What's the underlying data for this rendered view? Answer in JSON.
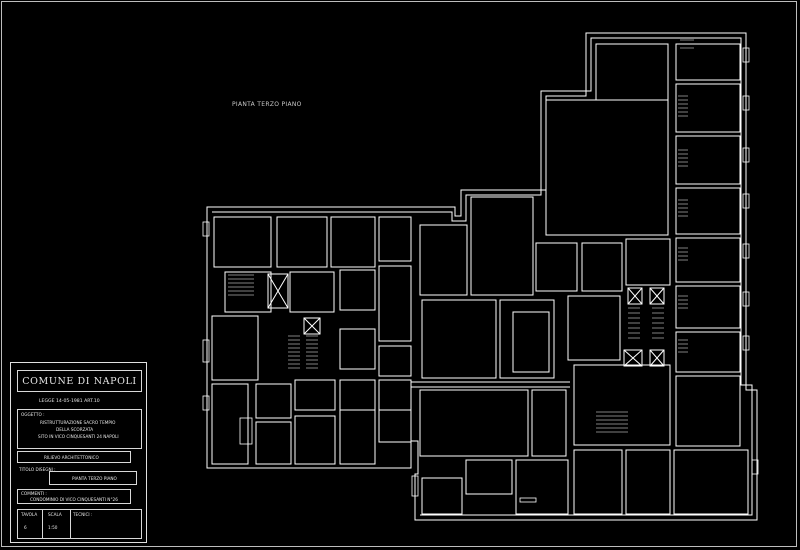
{
  "drawing": {
    "plan_title": "PIANTA TERZO PIANO"
  },
  "title_block": {
    "municipality": "COMUNE DI NAPOLI",
    "law": "LEGGE   14-05-1981   ART.10",
    "object_label": "OGGETTO :",
    "object_lines": [
      "RISTRUTTURAZIONE SACRO TEMPIO",
      "DELLA SCORZATA",
      "SITO IN VICO CINQUESANTI 24 NAPOLI"
    ],
    "survey": "RILIEVO ARCHITETTONICO",
    "drawing_label": "TITOLO DISEGNI :",
    "drawing_title": "PIANTA   TERZO   PIANO",
    "comments_label": "COMMENTI :",
    "comments": "CONDOMINIO DI VICO CINQUESANTI N°26",
    "table_label": "TAVOLA",
    "table_value": "6",
    "scale_label": "SCALA",
    "scale_value": "1:50",
    "technicians_label": "TECNICI :"
  },
  "colors": {
    "background": "#000000",
    "lines": "#ffffff"
  }
}
